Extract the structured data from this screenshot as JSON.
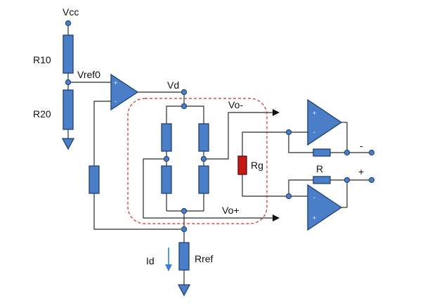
{
  "labels": {
    "vcc": "Vcc",
    "r10": "R10",
    "r20": "R20",
    "vref0": "Vref0",
    "vd": "Vd",
    "vo_minus": "Vo-",
    "vo_plus": "Vo+",
    "rg": "Rg",
    "r": "R",
    "out_minus": "-",
    "out_plus": "+",
    "id": "Id",
    "rref": "Rref"
  },
  "opamp_signs": {
    "plus": "+",
    "minus": "-"
  },
  "colors": {
    "component_blue": "#4a7fc8",
    "component_outline": "#1d3f78",
    "gain_resistor_red": "#c41a14",
    "dashed_box": "#d9262a",
    "current_arrow": "#3b7fd4",
    "wire": "#2b2b2b"
  },
  "icons": {
    "ground": "ground-icon",
    "current_arrow": "arrow-down-icon"
  }
}
